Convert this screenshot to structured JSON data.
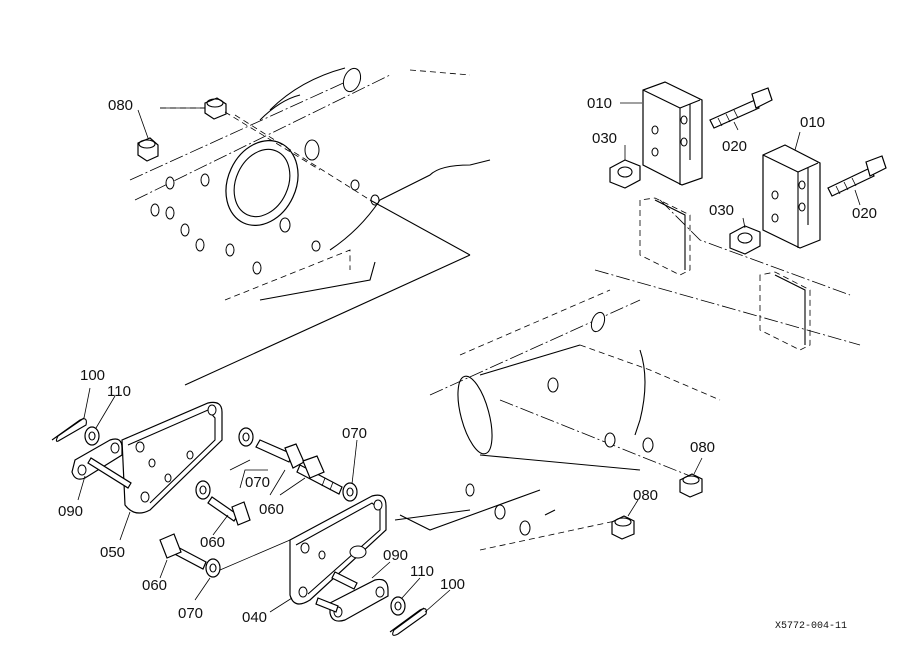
{
  "diagram": {
    "callouts": [
      {
        "id": "c010a",
        "text": "010"
      },
      {
        "id": "c010b",
        "text": "010"
      },
      {
        "id": "c020a",
        "text": "020"
      },
      {
        "id": "c020b",
        "text": "020"
      },
      {
        "id": "c030a",
        "text": "030"
      },
      {
        "id": "c030b",
        "text": "030"
      },
      {
        "id": "c080a",
        "text": "080"
      },
      {
        "id": "c080b",
        "text": "080"
      },
      {
        "id": "c080c",
        "text": "080"
      },
      {
        "id": "c100a",
        "text": "100"
      },
      {
        "id": "c100b",
        "text": "100"
      },
      {
        "id": "c110a",
        "text": "110"
      },
      {
        "id": "c110b",
        "text": "110"
      },
      {
        "id": "c070a",
        "text": "070"
      },
      {
        "id": "c070b",
        "text": "070"
      },
      {
        "id": "c070c",
        "text": "070"
      },
      {
        "id": "c060a",
        "text": "060"
      },
      {
        "id": "c060b",
        "text": "060"
      },
      {
        "id": "c060c",
        "text": "060"
      },
      {
        "id": "c090a",
        "text": "090"
      },
      {
        "id": "c090b",
        "text": "090"
      },
      {
        "id": "c050",
        "text": "050"
      },
      {
        "id": "c040",
        "text": "040"
      }
    ],
    "drawing_code": "X5772-004-11"
  }
}
